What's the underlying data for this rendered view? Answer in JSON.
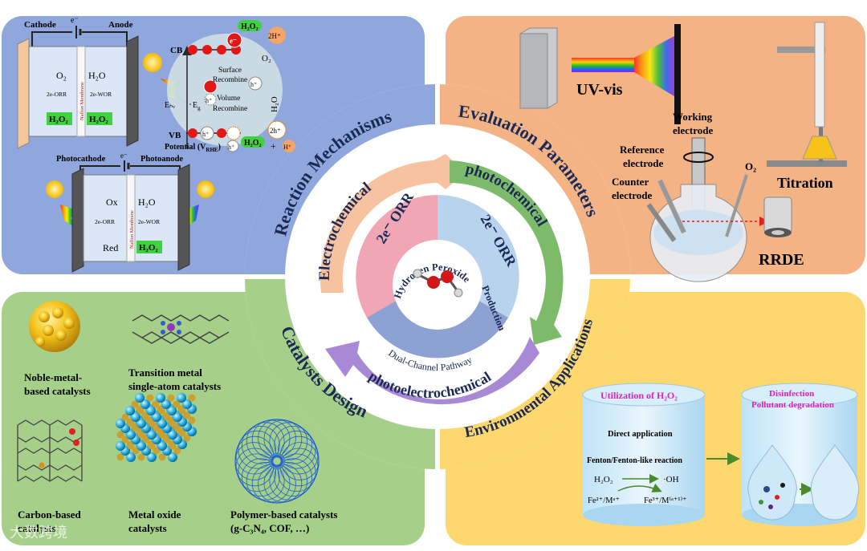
{
  "quadrants": {
    "reaction_mechanisms": {
      "title": "Reaction Mechanisms",
      "cell1": {
        "cathode": "Cathode",
        "anode": "Anode",
        "electron": "e⁻",
        "o2": "O₂",
        "h2o": "H₂O",
        "orr": "2e-ORR",
        "wor": "2e-WOR",
        "membrane": "Nafion Membrane",
        "h2o2_left": "H₂O₂",
        "h2o2_right": "H₂O₂"
      },
      "band": {
        "cb": "CB",
        "vb": "VB",
        "ehv": "Eₕᵥ",
        "eg": "E",
        "eg_sub": "g",
        "surface": "Surface",
        "recombine1": "Recombine",
        "volume": "Volume",
        "recombine2": "Recombine",
        "potential": "Potential (V",
        "potential_sub": "RHE",
        "potential_end": ")",
        "h2o2_top": "H₂O₂",
        "h2o2_bottom": "H₂O₂",
        "two_h": "2H⁺",
        "o2": "O₂",
        "h2o": "H₂O",
        "hplus": "H⁺",
        "plus": "+",
        "two_hplus": "2h⁺",
        "electron": "e⁻",
        "hole": "h⁺"
      },
      "cell2": {
        "photocathode": "Photocathode",
        "photoanode": "Photoanode",
        "electron": "e⁻",
        "ox": "Ox",
        "h2o": "H₂O",
        "orr": "2e-ORR",
        "wor": "2e-WOR",
        "membrane": "Nafion Membrane",
        "red": "Red",
        "h2o2": "H₂O₂"
      }
    },
    "evaluation_parameters": {
      "title": "Evaluation Parameters",
      "uvvis": "UV-vis",
      "working": "Working",
      "electrode1": "electrode",
      "reference": "Reference",
      "electrode2": "electrode",
      "counter": "Counter",
      "electrode3": "electrode",
      "o2": "O₂",
      "titration": "Titration",
      "rrde": "RRDE"
    },
    "catalysts_design": {
      "title": "Catalysts Design",
      "items": [
        {
          "line1": "Noble-metal-",
          "line2": "based catalysts"
        },
        {
          "line1": "Transition metal",
          "line2": "single-atom catalysts"
        },
        {
          "line1": "Carbon-based",
          "line2": "catalysts"
        },
        {
          "line1": "Metal oxide",
          "line2": "catalysts"
        },
        {
          "line1": "Polymer-based catalysts",
          "line2": "(g-C₃N₄, COF, …)"
        }
      ]
    },
    "environmental_applications": {
      "title": "Environmental Applications",
      "cyl1_title": "Utilization of H₂O₂",
      "direct": "Direct application",
      "fenton": "Fenton/Fenton-like reaction",
      "h2o2": "H₂O₂",
      "oh": "·OH",
      "fe2": "Fe²⁺/Mᵃ⁺",
      "fe3": "Fe³⁺/M⁽ᵃ⁺¹⁾⁺",
      "cyl2_line1": "Disinfection",
      "cyl2_line2": "Pollutant degradation"
    }
  },
  "center": {
    "arc_electrochemical": "Electrochemical",
    "arc_photochemical": "photochemical",
    "arc_photoelectrochemical": "photoelectrochemical",
    "orr_left": "2e⁻ ORR",
    "orr_right": "2e⁻ ORR",
    "hydrogen_peroxide": "Hydrogen Peroxide",
    "production": "Production",
    "dual_channel": "Dual-Channel Pathway"
  },
  "watermark": "大数跨境",
  "colors": {
    "blue_panel": "#8fa7dc",
    "orange_panel": "#f3b385",
    "green_panel": "#a6cf8a",
    "yellow_panel": "#fcd86e",
    "pink_sector": "#f0a6b4",
    "lightblue_sector": "#b8d3ee",
    "slate_sector": "#8ea1d3",
    "outer_ring": "#ffffff",
    "arrow_orange": "#f4a77a",
    "arrow_green": "#5aa14a",
    "arrow_purple": "#9a72c8",
    "title_navy": "#1b2a55",
    "accent_magenta": "#e020c0",
    "accent_green": "#3fd13f"
  }
}
